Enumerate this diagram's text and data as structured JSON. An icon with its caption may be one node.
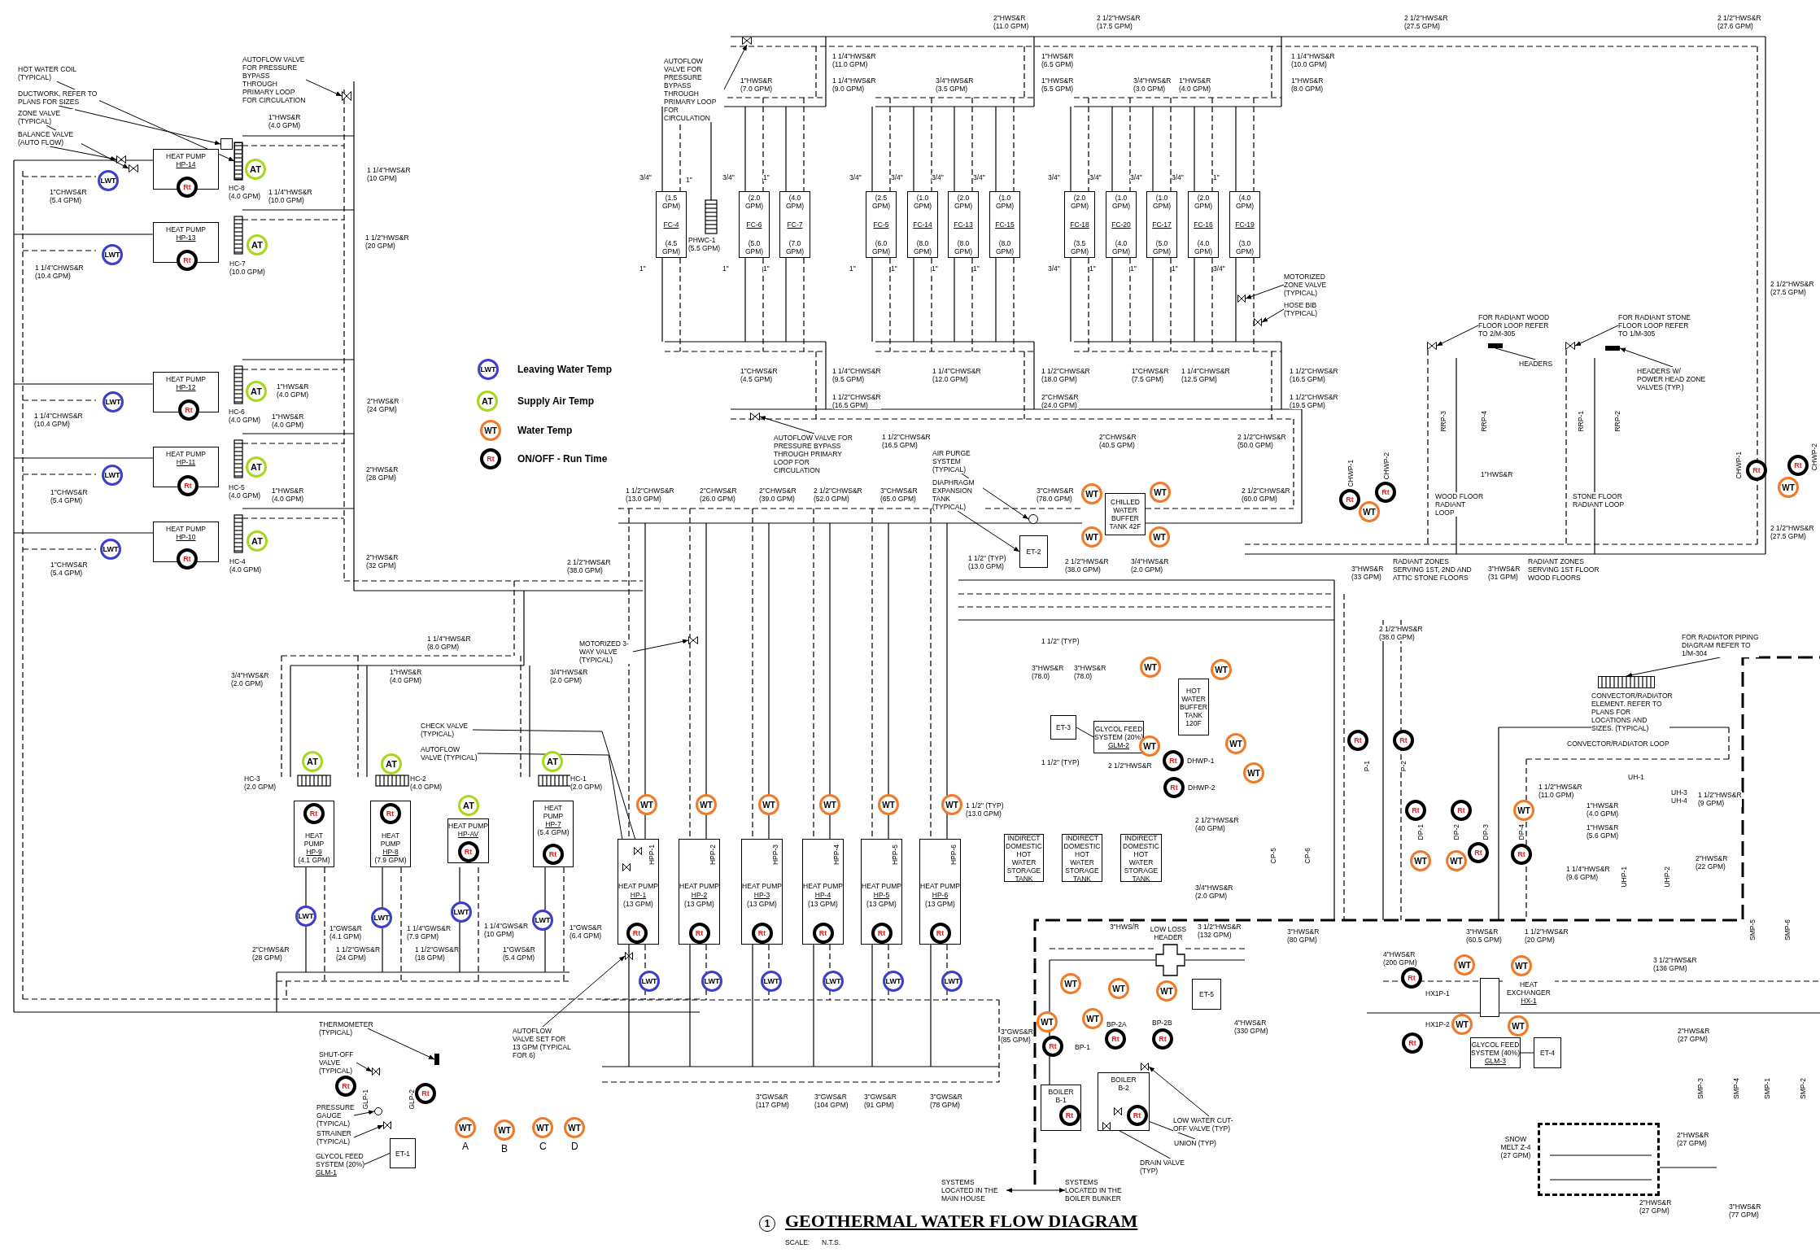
{
  "diagram": {
    "title": "GEOTHERMAL WATER FLOW DIAGRAM",
    "nodes": [
      {
        "text": [
          "HOT WATER COIL (TYPICAL)"
        ]
      },
      {
        "text": [
          "DUCTWORK, REFER TO PLANS FOR SIZES"
        ]
      },
      {
        "text": [
          "ZONE VALVE (TYPICAL)"
        ]
      },
      {
        "text": [
          "BALANCE VALVE (AUTO FLOW)"
        ]
      },
      {
        "text": [
          "AUTOFLOW VALVE FOR PRESSURE BYPASS THROUGH PRIMARY LOOP FOR CIRCULATION"
        ]
      },
      {
        "text": [
          "HEAT PUMP",
          "HP-14"
        ]
      },
      {
        "text": [
          "HEAT PUMP",
          "HP-13"
        ]
      },
      {
        "text": [
          "HEAT PUMP",
          "HP-12"
        ]
      },
      {
        "text": [
          "HEAT PUMP",
          "HP-11"
        ]
      },
      {
        "text": [
          "HEAT PUMP",
          "HP-10"
        ]
      },
      {
        "text": [
          "AT"
        ]
      },
      {
        "text": [
          "AT"
        ]
      },
      {
        "text": [
          "AT"
        ]
      },
      {
        "text": [
          "AT"
        ]
      },
      {
        "text": [
          "AT"
        ]
      },
      {
        "text": [
          "LWT"
        ]
      },
      {
        "text": [
          "LWT"
        ]
      },
      {
        "text": [
          "LWT"
        ]
      },
      {
        "text": [
          "LWT"
        ]
      },
      {
        "text": [
          "LWT"
        ]
      },
      {
        "text": [
          "Rt"
        ]
      },
      {
        "text": [
          "Rt"
        ]
      },
      {
        "text": [
          "Rt"
        ]
      },
      {
        "text": [
          "Rt"
        ]
      },
      {
        "text": [
          "Rt"
        ]
      },
      {
        "text": [
          "AUTOFLOW VALVE FOR PRESSURE BYPASS THROUGH PRIMARY LOOP FOR CIRCULATION"
        ]
      },
      {
        "text": [
          "(1.5 GPM)",
          "FC-4",
          "(4.5 GPM)"
        ],
        "beside": [
          "3/4\"",
          "1\""
        ]
      },
      {
        "text": [
          "(2.0 GPM)",
          "FC-6",
          "(5.0 GPM)"
        ],
        "beside": [
          "3/4\"",
          "1\""
        ]
      },
      {
        "text": [
          "(4.0 GPM)",
          "FC-7",
          "(7.0 GPM)"
        ],
        "beside": [
          "1\"",
          "1\""
        ]
      },
      {
        "text": [
          "(2.5 GPM)",
          "FC-5",
          "(6.0 GPM)"
        ],
        "beside": [
          "3/4\"",
          "1\""
        ]
      },
      {
        "text": [
          "(1.0 GPM)",
          "FC-14",
          "(8.0 GPM)"
        ],
        "beside": [
          "3/4\"",
          "1\""
        ]
      },
      {
        "text": [
          "(2.0 GPM)",
          "FC-13",
          "(8.0 GPM)"
        ],
        "beside": [
          "3/4\"",
          "1\""
        ]
      },
      {
        "text": [
          "(1.0 GPM)",
          "FC-15",
          "(8.0 GPM)"
        ],
        "beside": [
          "3/4\"",
          "1\""
        ]
      },
      {
        "text": [
          "(2.0 GPM)",
          "FC-18",
          "(3.5 GPM)"
        ],
        "beside": [
          "3/4\"",
          "3/4\""
        ]
      },
      {
        "text": [
          "(1.0 GPM)",
          "FC-20",
          "(4.0 GPM)"
        ],
        "beside": [
          "3/4\"",
          "1\""
        ]
      },
      {
        "text": [
          "(1.0 GPM)",
          "FC-17",
          "(5.0 GPM)"
        ],
        "beside": [
          "3/4\"",
          "1\""
        ]
      },
      {
        "text": [
          "(2.0 GPM)",
          "FC-16",
          "(4.0 GPM)"
        ],
        "beside": [
          "3/4\"",
          "1\""
        ]
      },
      {
        "text": [
          "(4.0 GPM)",
          "FC-19",
          "(3.0 GPM)"
        ],
        "beside": [
          "1\"",
          "3/4\""
        ]
      },
      {
        "text": [
          "MOTORIZED ZONE VALVE (TYPICAL)"
        ]
      },
      {
        "text": [
          "HOSE BIB (TYPICAL)"
        ]
      },
      {
        "text": [
          "AUTOFLOW VALVE FOR PRESSURE BYPASS THROUGH PRIMARY LOOP FOR CIRCULATION"
        ]
      },
      {
        "text": [
          "AIR PURGE SYSTEM (TYPICAL)"
        ]
      },
      {
        "text": [
          "DIAPHRAGM EXPANSION TANK (TYPICAL)"
        ]
      },
      {
        "text": [
          "CHILLED WATER BUFFER TANK 42F"
        ]
      },
      {
        "text": [
          "ET-2"
        ]
      },
      {
        "text": [
          "WT"
        ]
      },
      {
        "text": [
          "WT"
        ]
      },
      {
        "text": [
          "WT"
        ]
      },
      {
        "text": [
          "WT"
        ]
      },
      {
        "text": [
          "FOR RADIANT WOOD FLOOR LOOP REFER TO 2/M-305"
        ]
      },
      {
        "text": [
          "FOR RADIANT STONE FLOOR LOOP REFER TO 1/M-305"
        ]
      },
      {
        "text": [
          "HEADERS"
        ]
      },
      {
        "text": [
          "HEADERS W/ POWER HEAD ZONE VALVES (TYP.)"
        ]
      },
      {
        "text": [
          "FOR RADIATOR PIPING DIAGRAM REFER TO 1/M-304"
        ]
      },
      {
        "text": [
          "Rt"
        ],
        "beside": [
          "CHWP-1"
        ]
      },
      {
        "text": [
          "Rt"
        ],
        "beside": [
          "CHWP-2"
        ]
      },
      {
        "text": [
          "WT"
        ]
      },
      {
        "text": [
          "Rt"
        ],
        "beside": [
          "CHWP-1"
        ]
      },
      {
        "text": [
          "Rt"
        ],
        "beside": [
          "CHWP-2"
        ]
      },
      {
        "text": [
          "WT"
        ]
      },
      {
        "text": [
          "HOT WATER BUFFER TANK 120F"
        ]
      },
      {
        "text": [
          "ET-3"
        ]
      },
      {
        "text": [
          "GLYCOL FEED SYSTEM (20%)",
          "GLM-2"
        ]
      },
      {
        "text": [
          "WT"
        ]
      },
      {
        "text": [
          "WT"
        ]
      },
      {
        "text": [
          "WT"
        ]
      },
      {
        "text": [
          "WT"
        ]
      },
      {
        "text": [
          "WT"
        ]
      },
      {
        "text": [
          "Rt"
        ],
        "beside": [
          "DHWP-1"
        ]
      },
      {
        "text": [
          "Rt"
        ],
        "beside": [
          "DHWP-2"
        ]
      },
      {
        "text": [
          "INDIRECT DOMESTIC HOT WATER STORAGE TANK"
        ]
      },
      {
        "text": [
          "INDIRECT DOMESTIC HOT WATER STORAGE TANK"
        ]
      },
      {
        "text": [
          "INDIRECT DOMESTIC HOT WATER STORAGE TANK"
        ]
      },
      {
        "text": [
          "MOTORIZED 3-WAY VALVE (TYPICAL)"
        ]
      },
      {
        "text": [
          "HPP-1",
          "HEAT PUMP",
          "HP-1",
          "(13 GPM)"
        ]
      },
      {
        "text": [
          "HPP-2",
          "HEAT PUMP",
          "HP-2",
          "(13 GPM)"
        ]
      },
      {
        "text": [
          "HPP-3",
          "HEAT PUMP",
          "HP-3",
          "(13 GPM)"
        ]
      },
      {
        "text": [
          "HPP-4",
          "HEAT PUMP",
          "HP-4",
          "(13 GPM)"
        ]
      },
      {
        "text": [
          "HPP-5",
          "HEAT PUMP",
          "HP-5",
          "(13 GPM)"
        ]
      },
      {
        "text": [
          "HPP-6",
          "HEAT PUMP",
          "HP-6",
          "(13 GPM)"
        ]
      },
      {
        "text": [
          "WT"
        ]
      },
      {
        "text": [
          "WT"
        ]
      },
      {
        "text": [
          "WT"
        ]
      },
      {
        "text": [
          "WT"
        ]
      },
      {
        "text": [
          "WT"
        ]
      },
      {
        "text": [
          "WT"
        ]
      },
      {
        "text": [
          "Rt"
        ],
        "in": 74
      },
      {
        "text": [
          "Rt"
        ],
        "in": 75
      },
      {
        "text": [
          "Rt"
        ],
        "in": 76
      },
      {
        "text": [
          "Rt"
        ],
        "in": 77
      },
      {
        "text": [
          "Rt"
        ],
        "in": 78
      },
      {
        "text": [
          "Rt"
        ],
        "in": 79
      },
      {
        "text": [
          "LWT"
        ]
      },
      {
        "text": [
          "LWT"
        ]
      },
      {
        "text": [
          "LWT"
        ]
      },
      {
        "text": [
          "LWT"
        ]
      },
      {
        "text": [
          "LWT"
        ]
      },
      {
        "text": [
          "LWT"
        ]
      },
      {
        "text": [
          "HEAT PUMP",
          "HP-9",
          "(4.1 GPM)"
        ]
      },
      {
        "text": [
          "HEAT PUMP",
          "HP-8",
          "(7.9 GPM)"
        ]
      },
      {
        "text": [
          "HEAT PUMP",
          "HP-AV"
        ]
      },
      {
        "text": [
          "HEAT PUMP",
          "HP-7",
          "(5.4 GPM)"
        ]
      },
      {
        "text": [
          "AT"
        ]
      },
      {
        "text": [
          "AT"
        ]
      },
      {
        "text": [
          "AT"
        ]
      },
      {
        "text": [
          "AT"
        ]
      },
      {
        "text": [
          "Rt"
        ],
        "in": 98
      },
      {
        "text": [
          "Rt"
        ],
        "in": 99
      },
      {
        "text": [
          "Rt"
        ],
        "in": 100
      },
      {
        "text": [
          "Rt"
        ],
        "in": 101
      },
      {
        "text": [
          "LWT"
        ]
      },
      {
        "text": [
          "LWT"
        ]
      },
      {
        "text": [
          "LWT"
        ]
      },
      {
        "text": [
          "LWT"
        ]
      },
      {
        "text": [
          "CHECK VALVE (TYPICAL)"
        ]
      },
      {
        "text": [
          "AUTOFLOW VALVE (TYPICAL)"
        ]
      },
      {
        "text": [
          "AUTOFLOW VALVE SET FOR 13 GPM (TYPICAL FOR 6)"
        ]
      },
      {
        "text": [
          "THERMOMETER (TYPICAL)"
        ]
      },
      {
        "text": [
          "SHUT-OFF VALVE (TYPICAL)"
        ]
      },
      {
        "text": [
          "PRESSURE GAUGE (TYPICAL)"
        ]
      },
      {
        "text": [
          "STRAINER (TYPICAL)"
        ]
      },
      {
        "text": [
          "GLYCOL FEED SYSTEM (20%)",
          "GLM-1"
        ]
      },
      {
        "text": [
          "ET-1"
        ]
      },
      {
        "text": [
          "Rt"
        ]
      },
      {
        "text": [
          "Rt"
        ]
      },
      {
        "text": [
          "WT"
        ],
        "beside": [
          "A"
        ]
      },
      {
        "text": [
          "WT"
        ],
        "beside": [
          "B"
        ]
      },
      {
        "text": [
          "WT"
        ],
        "beside": [
          "C"
        ]
      },
      {
        "text": [
          "WT"
        ],
        "beside": [
          "D"
        ]
      },
      {
        "text": [
          "BOILER",
          "B-1"
        ]
      },
      {
        "text": [
          "BOILER",
          "B-2"
        ]
      },
      {
        "text": [
          "ET-5"
        ]
      },
      {
        "text": [
          "LOW LOSS HEADER"
        ],
        "beside": [
          "3\"HWS/R",
          "3 1/2\"HWS&R (132 GPM)"
        ]
      },
      {
        "text": [
          "WT"
        ]
      },
      {
        "text": [
          "WT"
        ]
      },
      {
        "text": [
          "WT"
        ]
      },
      {
        "text": [
          "WT"
        ]
      },
      {
        "text": [
          "WT"
        ]
      },
      {
        "text": [
          "Rt"
        ]
      },
      {
        "text": [
          "Rt"
        ]
      },
      {
        "text": [
          "Rt"
        ]
      },
      {
        "text": [
          "Rt"
        ],
        "in": 129
      },
      {
        "text": [
          "Rt"
        ],
        "in": 130
      },
      {
        "text": [
          "LOW WATER CUT-OFF VALVE (TYP)"
        ]
      },
      {
        "text": [
          "UNION (TYP)"
        ]
      },
      {
        "text": [
          "DRAIN VALVE (TYP)"
        ]
      },
      {
        "text": [
          "HEAT EXCHANGER",
          "HX-1"
        ]
      },
      {
        "text": [
          "WT"
        ]
      },
      {
        "text": [
          "WT"
        ]
      },
      {
        "text": [
          "WT"
        ]
      },
      {
        "text": [
          "WT"
        ]
      },
      {
        "text": [
          "Rt"
        ]
      },
      {
        "text": [
          "Rt"
        ]
      },
      {
        "text": [
          "GLYCOL FEED SYSTEM (40%)",
          "GLM-3"
        ]
      },
      {
        "text": [
          "ET-4"
        ]
      },
      {
        "text": [
          "SNOW MELT Z-4 (27 GPM)"
        ]
      },
      {
        "text": [
          "Rt"
        ]
      },
      {
        "text": [
          "Rt"
        ]
      },
      {
        "text": [
          "Rt"
        ]
      },
      {
        "text": [
          "Rt"
        ]
      },
      {
        "text": [
          "WT"
        ]
      },
      {
        "text": [
          "WT"
        ]
      },
      {
        "text": [
          "WT"
        ]
      },
      {
        "text": [
          "Rt"
        ]
      },
      {
        "text": [
          "Rt"
        ]
      },
      {
        "text": [],
        "shape": "box"
      },
      {
        "text": [],
        "shape": "box"
      },
      {
        "text": [],
        "shape": "valve"
      },
      {
        "text": [],
        "shape": "valve"
      },
      {
        "text": [],
        "shape": "valve"
      },
      {
        "text": [],
        "shape": "valve"
      },
      {
        "text": [],
        "shape": "valve"
      },
      {
        "text": [],
        "shape": "valve"
      },
      {
        "text": [],
        "shape": "valve"
      },
      {
        "text": [],
        "shape": "circle"
      },
      {
        "text": [],
        "shape": "valve"
      },
      {
        "text": [],
        "shape": "valve"
      },
      {
        "text": [],
        "shape": "bar"
      },
      {
        "text": [],
        "shape": "bar"
      },
      {
        "text": [],
        "shape": "box"
      },
      {
        "text": [],
        "shape": "valve"
      },
      {
        "text": [],
        "shape": "valve",
        "in": 74
      },
      {
        "text": [],
        "shape": "valve",
        "in": 74
      },
      {
        "text": [],
        "shape": "valve"
      },
      {
        "text": [],
        "shape": "bar"
      },
      {
        "text": [],
        "shape": "valve"
      },
      {
        "text": [],
        "shape": "circle"
      },
      {
        "text": [],
        "shape": "valve"
      },
      {
        "text": [],
        "shape": "valve"
      },
      {
        "text": [],
        "shape": "valve",
        "in": 130
      },
      {
        "text": [],
        "shape": "valve",
        "in": 130
      },
      {
        "text": [
          "WOOD FLOOR RADIANT LOOP"
        ]
      },
      {
        "text": [
          "STONE FLOOR RADIANT LOOP"
        ]
      },
      {
        "text": [
          "RADIANT ZONES SERVING 1ST, 2ND AND ATTIC STONE FLOORS"
        ]
      },
      {
        "text": [
          "RADIANT ZONES SERVING 1ST FLOOR WOOD FLOORS"
        ]
      },
      {
        "text": [
          "CONVECTOR/RADIATOR ELEMENT. REFER TO PLANS FOR LOCATIONS AND SIZES. (TYPICAL)"
        ]
      },
      {
        "text": [
          "CONVECTOR/RADIATOR LOOP"
        ]
      },
      {
        "text": [
          "SYSTEMS LOCATED IN THE MAIN HOUSE"
        ]
      },
      {
        "text": [
          "SYSTEMS LOCATED IN THE BOILER BUNKER"
        ]
      }
    ],
    "edges": [
      {
        "from": 0,
        "to": 165,
        "arrow": "to"
      },
      {
        "from": 1,
        "to": 166,
        "arrow": "to"
      },
      {
        "from": 2,
        "to": 167,
        "arrow": "to"
      },
      {
        "from": 3,
        "to": 168,
        "arrow": "to"
      },
      {
        "from": 4,
        "to": 169,
        "arrow": "to"
      },
      {
        "from": 25,
        "to": 170,
        "arrow": "to"
      },
      {
        "from": 38,
        "to": 171,
        "arrow": "to"
      },
      {
        "from": 39,
        "to": 172,
        "arrow": "to"
      },
      {
        "from": 40,
        "to": 173,
        "arrow": "to"
      },
      {
        "from": 41,
        "to": 174,
        "arrow": "to"
      },
      {
        "from": 42,
        "to": 44,
        "arrow": "to"
      },
      {
        "from": 49,
        "to": 175,
        "arrow": "to"
      },
      {
        "from": 50,
        "to": 176,
        "arrow": "to"
      },
      {
        "from": 51,
        "to": 177,
        "arrow": "none"
      },
      {
        "from": 52,
        "to": 178,
        "arrow": "to"
      },
      {
        "from": 53,
        "to": 179,
        "arrow": "to"
      },
      {
        "from": 62,
        "to": 61,
        "arrow": "none"
      },
      {
        "from": 73,
        "to": 180,
        "arrow": "to"
      },
      {
        "from": 114,
        "to": 181,
        "arrow": "to"
      },
      {
        "from": 115,
        "to": 182,
        "arrow": "to"
      },
      {
        "from": 116,
        "to": 183,
        "arrow": "to"
      },
      {
        "from": 117,
        "to": 184,
        "arrow": "to"
      },
      {
        "from": 118,
        "to": 185,
        "arrow": "to"
      },
      {
        "from": 119,
        "to": 186,
        "arrow": "to"
      },
      {
        "from": 120,
        "to": 187,
        "arrow": "to"
      },
      {
        "from": 121,
        "to": 122,
        "arrow": "none"
      },
      {
        "from": 143,
        "to": 188,
        "arrow": "to"
      },
      {
        "from": 144,
        "to": 189,
        "arrow": "to"
      },
      {
        "from": 145,
        "to": 190,
        "arrow": "none"
      },
      {
        "from": 153,
        "to": 154,
        "arrow": "none"
      },
      {
        "from": 197,
        "to": 198,
        "arrow": "both"
      }
    ],
    "labels": [
      "2\"HWS&R (11.0 GPM)",
      "2 1/2\"HWS&R (17.5 GPM)",
      "2 1/2\"HWS&R (27.5 GPM)",
      "2 1/2\"HWS&R (27.6 GPM)",
      "1 1/4\"HWS&R (11.0 GPM)",
      "1\"HWS&R (6.5 GPM)",
      "1 1/4\"HWS&R (10.0 GPM)",
      "1\"HWS&R (7.0 GPM)",
      "1 1/4\"HWS&R (9.0 GPM)",
      "3/4\"HWS&R (3.5 GPM)",
      "1\"HWS&R (5.5 GPM)",
      "3/4\"HWS&R (3.0 GPM)",
      "1\"HWS&R (4.0 GPM)",
      "1\"HWS&R (8.0 GPM)",
      "1\"HWS&R (4.0 GPM)",
      "1 1/4\"HWS&R (10 GPM)",
      "1\"",
      "1\"CHWS&R (5.4 GPM)",
      "HC-8 (4.0 GPM)",
      "1 1/4\"HWS&R (10.0 GPM)",
      "1 1/2\"HWS&R (20 GPM)",
      "PHWC-1 (5.5 GPM)",
      "1 1/4\"CHWS&R (10.4 GPM)",
      "HC-7 (10.0 GPM)",
      "2 1/2\"HWS&R (27.5 GPM)",
      "LWT",
      "1\"CHWS&R (4.5 GPM)",
      "1 1/4\"CHWS&R (9.5 GPM)",
      "1 1/4\"CHWS&R (12.0 GPM)",
      "1 1/2\"CHWS&R (18.0 GPM)",
      "1\"CHWS&R (7.5 GPM)",
      "1 1/4\"CHWS&R (12.5 GPM)",
      "1 1/2\"CHWS&R (16.5 GPM)",
      "1\"HWS&R (4.0 GPM)",
      "2\"HWS&R (24 GPM)",
      "AT",
      "1 1/2\"CHWS&R (16.5 GPM)",
      "2\"CHWS&R (24.0 GPM)",
      "1 1/2\"CHWS&R (19.5 GPM)",
      "1 1/4\"CHWS&R (10.4 GPM)",
      "HC-6 (4.0 GPM)",
      "1\"HWS&R (4.0 GPM)",
      "RRP-3",
      "RRP-4",
      "RRP-1",
      "RRP-2",
      "WT",
      "1 1/2\"CHWS&R (16.5 GPM)",
      "2\"CHWS&R (40.5 GPM)",
      "2 1/2\"CHWS&R (50.0 GPM)",
      "Rt",
      "2\"HWS&R (28 GPM)",
      "1\"HWS&R",
      "1\"CHWS&R (5.4 GPM)",
      "HC-5 (4.0 GPM)",
      "1\"HWS&R (4.0 GPM)",
      "1 1/2\"CHWS&R (13.0 GPM)",
      "2\"CHWS&R (26.0 GPM)",
      "2\"CHWS&R (39.0 GPM)",
      "2 1/2\"CHWS&R (52.0 GPM)",
      "3\"CHWS&R (65.0 GPM)",
      "3\"CHWS&R (78.0 GPM)",
      "2 1/2\"CHWS&R (60.0 GPM)",
      "2 1/2\"HWS&R (27.5 GPM)",
      "1\"CHWS&R (5.4 GPM)",
      "HC-4 (4.0 GPM)",
      "2\"HWS&R (32 GPM)",
      "2 1/2\"HWS&R (38.0 GPM)",
      "1 1/2\" (TYP) (13.0 GPM)",
      "2 1/2\"HWS&R (38.0 GPM)",
      "3/4\"HWS&R (2.0 GPM)",
      "3\"HWS&R (33 GPM)",
      "3\"HWS&R (31 GPM)",
      "2 1/2\"HWS&R (38.0 GPM)",
      "1 1/4\"HWS&R (8.0 GPM)",
      "1 1/2\" (TYP)",
      "3/4\"HWS&R (2.0 GPM)",
      "1\"HWS&R (4.0 GPM)",
      "3/4\"HWS&R (2.0 GPM)",
      "3\"HWS&R (78.0)",
      "3\"HWS&R (78.0)",
      "1 1/2\" (TYP)",
      "2 1/2\"HWS&R",
      "P-1",
      "P-2",
      "HC-3 (2.0 GPM)",
      "HC-2 (4.0 GPM)",
      "HC-1 (2.0 GPM)",
      "1 1/2\" (TYP) (13.0 GPM)",
      "1 1/2\"HWS&R (11.0 GPM)",
      "1\"HWS&R (4.0 GPM)",
      "UH-1",
      "UH-3 UH-4",
      "1 1/2\"HWS&R (9 GPM)",
      "2 1/2\"HWS&R (40 GPM)",
      "DP-1",
      "DP-2",
      "DP-3",
      "DP-4",
      "1\"HWS&R (5.6 GPM)",
      "CP-5",
      "CP-6",
      "1 1/4\"HWS&R (9.6 GPM)",
      "UHP-1",
      "UHP-2",
      "2\"HWS&R (22 GPM)",
      "3/4\"HWS&R (2.0 GPM)",
      "1\"GWS&R (4.1 GPM)",
      "1 1/4\"GWS&R (7.9 GPM)",
      "1 1/4\"GWS&R (10 GPM)",
      "1\"GWS&R (6.4 GPM)",
      "3\"HWS&R (80 GPM)",
      "3\"HWS&R (60.5 GPM)",
      "1 1/2\"HWS&R (20 GPM)",
      "SMP-5",
      "SMP-6",
      "2\"CHWS&R (28 GPM)",
      "1 1/2\"GWS&R (24 GPM)",
      "1 1/2\"GWS&R (18 GPM)",
      "1\"GWS&R (5.4 GPM)",
      "4\"HWS&R (200 GPM)",
      "3 1/2\"HWS&R (136 GPM)",
      "HX1P-1",
      "3\"GWS&R (85 GPM)",
      "BP-2A",
      "BP-2B",
      "4\"HWS&R (330 GPM)",
      "HX1P-2",
      "2\"HWS&R (27 GPM)",
      "BP-1",
      "GLP-1",
      "GLP-2",
      "3\"GWS&R (117 GPM)",
      "3\"GWS&R (104 GPM)",
      "3\"GWS&R (91 GPM)",
      "3\"GWS&R (78 GPM)",
      "SMP-3",
      "SMP-4",
      "SMP-1",
      "SMP-2",
      "2\"HWS&R (27 GPM)",
      "2\"HWS&R (27 GPM)",
      "3\"HWS&R (77 GPM)",
      "1",
      "SCALE:",
      "N.T.S."
    ],
    "legend": [
      {
        "text": "Leaving Water Temp"
      },
      {
        "text": "Supply Air Temp"
      },
      {
        "text": "Water Temp"
      },
      {
        "text": "ON/OFF - Run Time"
      }
    ]
  }
}
